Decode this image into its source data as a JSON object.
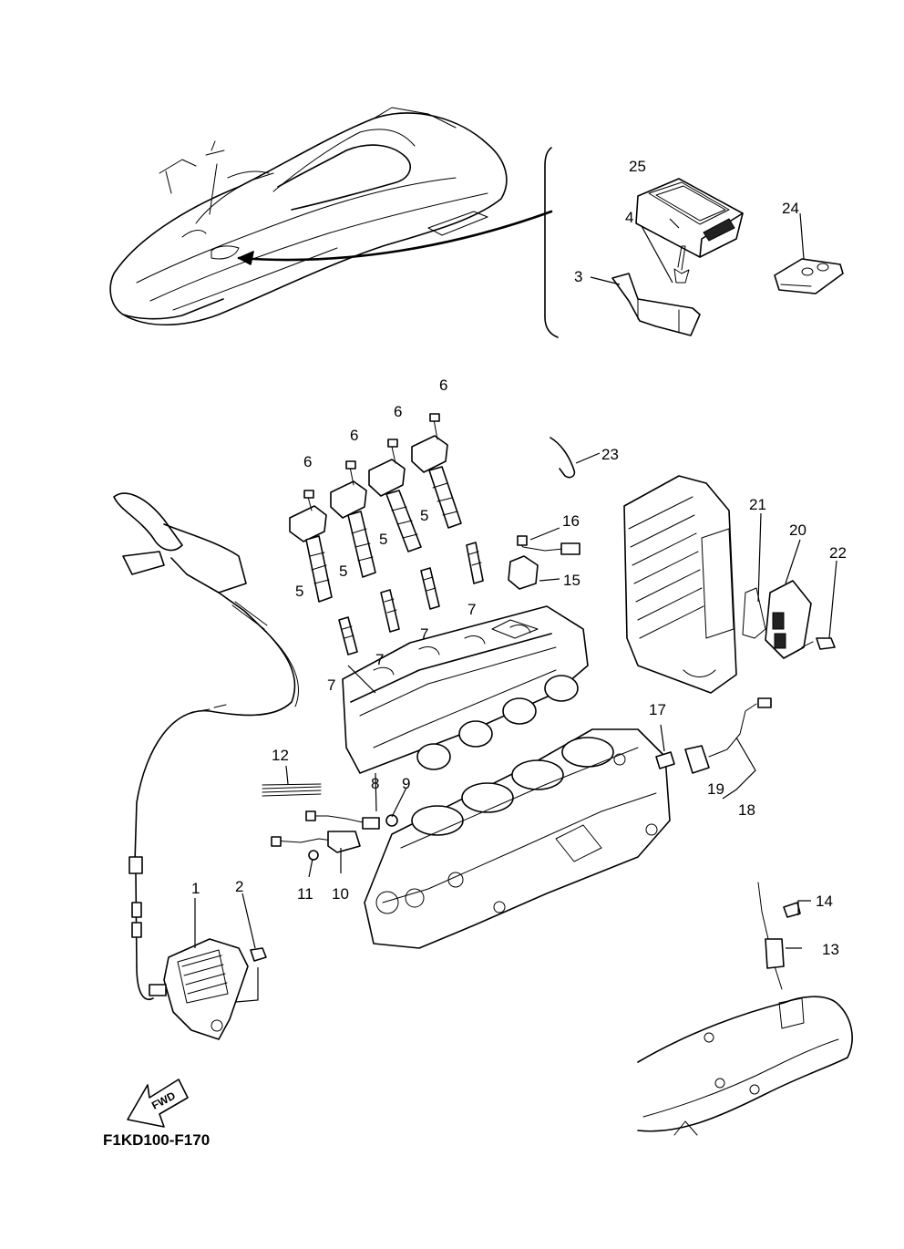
{
  "diagram": {
    "code": "F1KD100-F170",
    "fwd_label": "FWD",
    "callouts": {
      "c1": "1",
      "c2": "2",
      "c3": "3",
      "c4": "4",
      "c5a": "5",
      "c5b": "5",
      "c5c": "5",
      "c5d": "5",
      "c6a": "6",
      "c6b": "6",
      "c6c": "6",
      "c6d": "6",
      "c7a": "7",
      "c7b": "7",
      "c7c": "7",
      "c7d": "7",
      "c8": "8",
      "c9": "9",
      "c10": "10",
      "c11": "11",
      "c12": "12",
      "c13": "13",
      "c14": "14",
      "c15": "15",
      "c16": "16",
      "c17": "17",
      "c18": "18",
      "c19": "19",
      "c20": "20",
      "c21": "21",
      "c22": "22",
      "c23": "23",
      "c24": "24",
      "c25": "25"
    }
  }
}
